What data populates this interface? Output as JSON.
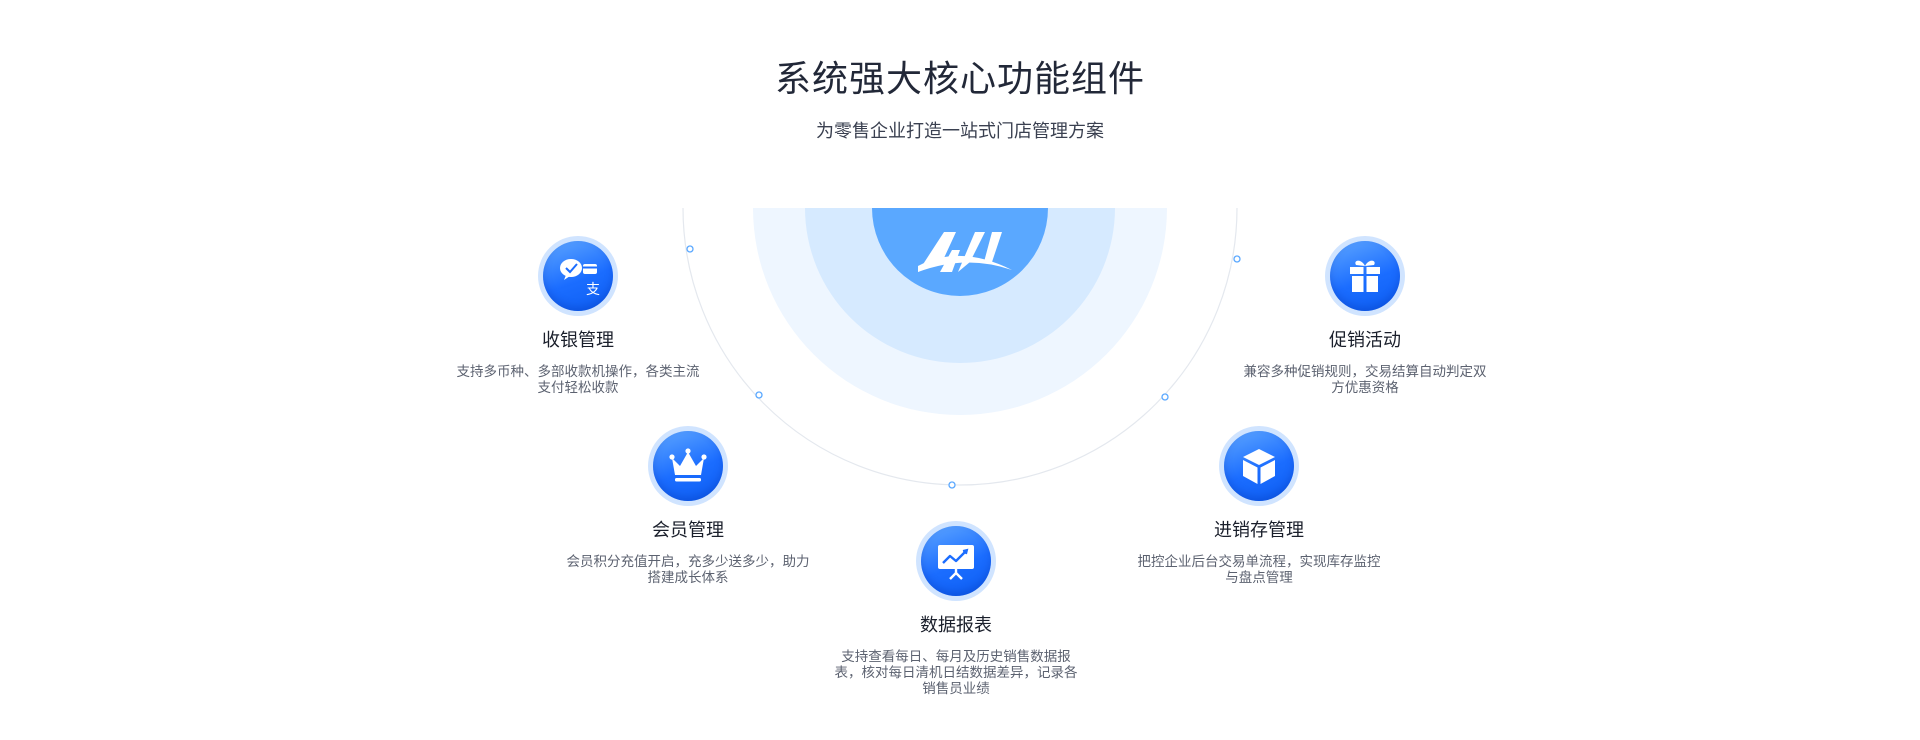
{
  "header": {
    "title": "系统强大核心功能组件",
    "subtitle": "为零售企业打造一站式门店管理方案"
  },
  "hub": {
    "logo_text": "AH",
    "colors": {
      "outer": "#eef6ff",
      "middle": "#d6eaff",
      "inner": "#5aa8ff"
    }
  },
  "features": [
    {
      "icon": "payment-icon",
      "title": "收银管理",
      "desc": "支持多币种、多部收款机操作，各类主流支付轻松收款"
    },
    {
      "icon": "crown-icon",
      "title": "会员管理",
      "desc": "会员积分充值开启，充多少送多少，助力搭建成长体系"
    },
    {
      "icon": "presentation-chart-icon",
      "title": "数据报表",
      "desc": "支持查看每日、每月及历史销售数据报表，核对每日清机日结数据差异，记录各销售员业绩"
    },
    {
      "icon": "box-icon",
      "title": "进销存管理",
      "desc": "把控企业后台交易单流程，实现库存监控与盘点管理"
    },
    {
      "icon": "gift-icon",
      "title": "促销活动",
      "desc": "兼容多种促销规则，交易结算自动判定双方优惠资格"
    }
  ],
  "theme": {
    "accent": "#1b6dff",
    "text_dark": "#1a1f2b",
    "text_muted": "#5c6270"
  }
}
